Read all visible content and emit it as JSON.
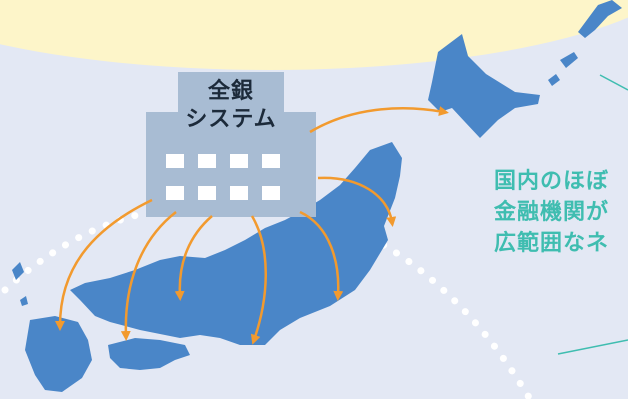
{
  "building": {
    "line1": "全銀",
    "line2": "システム"
  },
  "caption": {
    "line1": "国内のほぼ",
    "line2": "金融機関が",
    "line3": "広範囲なネ"
  },
  "colors": {
    "background": "#e3e8f4",
    "glow": "#fdf5c9",
    "land": "#4a86c8",
    "building": "#a8bcd3",
    "windows": "#ffffff",
    "arrows": "#f29a2e",
    "caption": "#3fbdb0"
  }
}
